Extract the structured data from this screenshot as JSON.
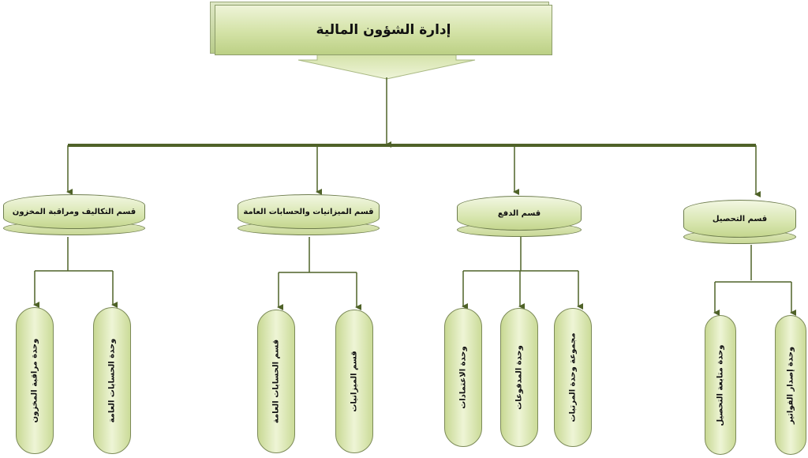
{
  "title": "إدارة الشؤون المالية",
  "departments": [
    {
      "label": "قسم التكاليف ومراقبة المخزون",
      "units": [
        "وحدة مراقبة المخزون",
        "وحدة الحسابات العامة"
      ]
    },
    {
      "label": "قسم الميزانيات والحسابات العامة",
      "units": [
        "قسم الحسابات العامة",
        "قسم الميزانيات"
      ]
    },
    {
      "label": "قسم الدفع",
      "units": [
        "وحدة الاعتمادات",
        "وحدة المدفوعات",
        "مجموعة وحدة المرتبات"
      ]
    },
    {
      "label": "قسم التحصيل",
      "units": [
        "وحدة متابعة التحصيل",
        "وحدة إصدار الفواتير"
      ]
    }
  ],
  "colors": {
    "line": "#4f6228",
    "fill": "#d7e4bd",
    "border": "#6e7d4e"
  }
}
